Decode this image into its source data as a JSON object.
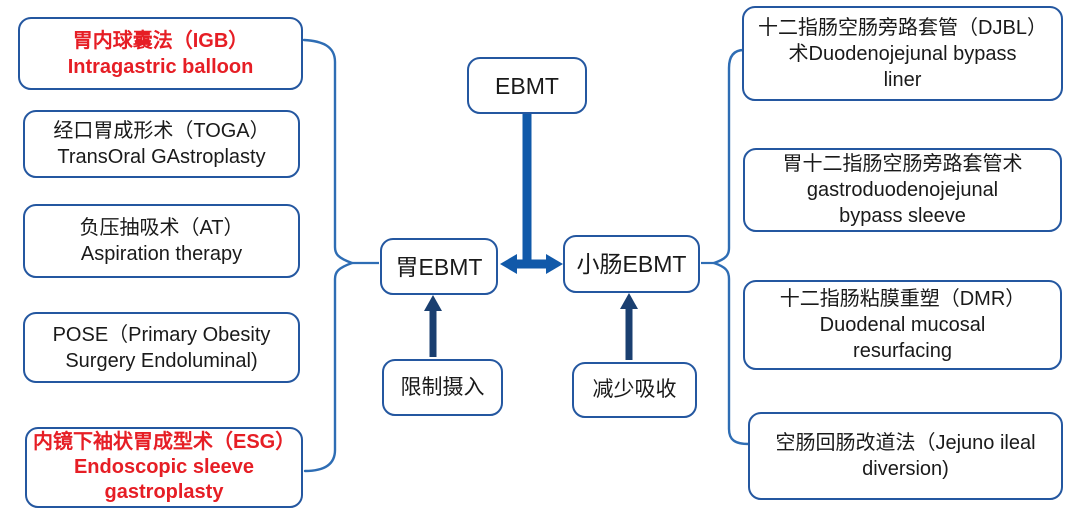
{
  "colors": {
    "box_border": "#2457a0",
    "brace": "#2e6db4",
    "main_arrow": "#1159a9",
    "up_arrow": "#1a3f70",
    "emphasis_text": "#e61e25",
    "text": "#1a1a1a"
  },
  "center": {
    "root": "EBMT",
    "stomach_branch": "胃EBMT",
    "intestine_branch": "小肠EBMT",
    "restrict_intake": "限制摄入",
    "reduce_absorption": "减少吸收"
  },
  "left_boxes": [
    {
      "id": "igb",
      "emphasis": true,
      "lines": [
        "胃内球囊法（IGB）",
        "Intragastric balloon"
      ]
    },
    {
      "id": "toga",
      "emphasis": false,
      "lines": [
        "经口胃成形术（TOGA）",
        "TransOral GAstroplasty"
      ]
    },
    {
      "id": "at",
      "emphasis": false,
      "lines": [
        "负压抽吸术（AT）",
        "Aspiration therapy"
      ]
    },
    {
      "id": "pose",
      "emphasis": false,
      "lines": [
        "POSE（Primary Obesity",
        "Surgery Endoluminal)"
      ]
    },
    {
      "id": "esg",
      "emphasis": true,
      "lines": [
        "内镜下袖状胃成型术（ESG）",
        "Endoscopic sleeve",
        "gastroplasty"
      ]
    }
  ],
  "right_boxes": [
    {
      "id": "djbl",
      "lines": [
        "十二指肠空肠旁路套管（DJBL）",
        "术Duodenojejunal bypass",
        "liner"
      ]
    },
    {
      "id": "gdj-sleeve",
      "lines": [
        "胃十二指肠空肠旁路套管术",
        "gastroduodenojejunal",
        "bypass sleeve"
      ]
    },
    {
      "id": "dmr",
      "lines": [
        "十二指肠粘膜重塑（DMR）",
        "Duodenal mucosal",
        "resurfacing"
      ]
    },
    {
      "id": "jejuno-ileal",
      "lines": [
        "空肠回肠改道法（Jejuno ileal",
        "diversion)"
      ]
    }
  ]
}
